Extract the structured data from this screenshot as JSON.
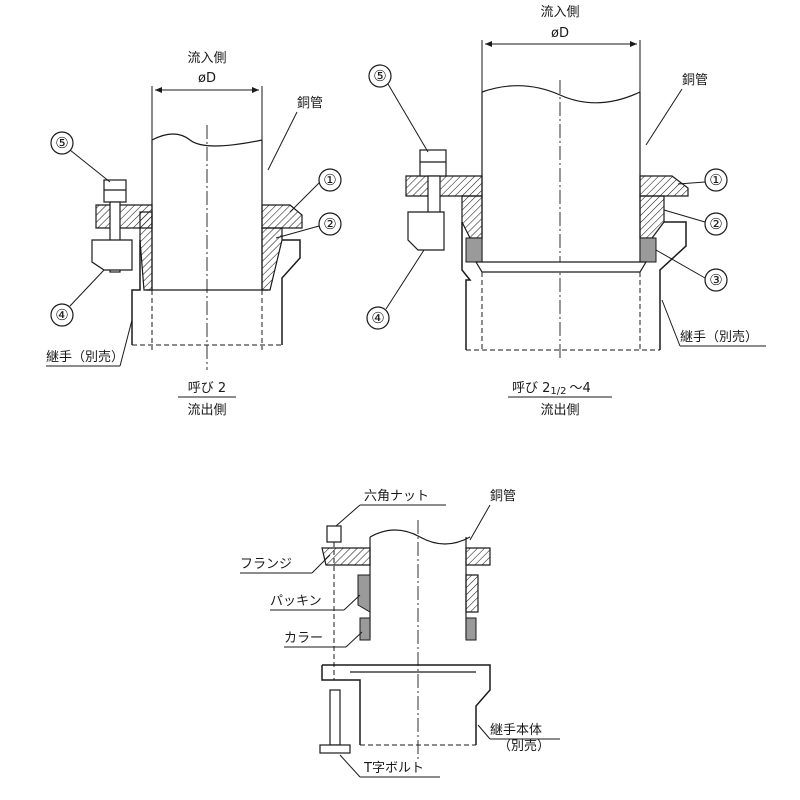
{
  "left_figure": {
    "inflow": "流入側",
    "diameter": "øD",
    "pipe_label": "銅管",
    "joint_label": "継手（別売）",
    "size_label": "呼び 2",
    "outflow": "流出側",
    "parts": [
      "①",
      "②",
      "④",
      "⑤"
    ]
  },
  "right_figure": {
    "inflow": "流入側",
    "diameter": "øD",
    "pipe_label": "銅管",
    "joint_label": "継手（別売）",
    "size_label": "呼び 2",
    "size_fraction": "1/2",
    "size_range": "～4",
    "outflow": "流出側",
    "parts": [
      "①",
      "②",
      "③",
      "④",
      "⑤"
    ]
  },
  "bottom_figure": {
    "hex_nut": "六角ナット",
    "pipe": "銅管",
    "flange": "フランジ",
    "packing": "パッキン",
    "collar": "カラー",
    "joint_body": "継手本体",
    "joint_body_note": "（別売）",
    "t_bolt": "T字ボルト"
  }
}
